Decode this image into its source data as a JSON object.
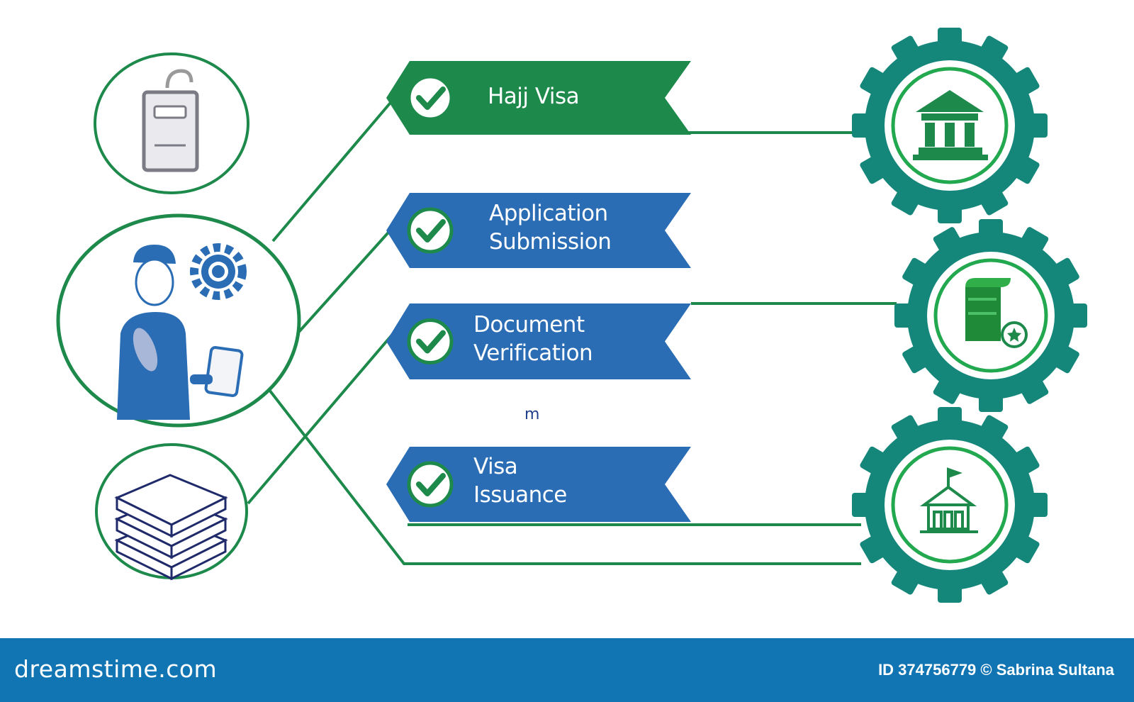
{
  "steps": [
    {
      "label": "Hajj Visa",
      "color": "#1d8a4c"
    },
    {
      "label": "Application\nSubmission",
      "color": "#2a6db4"
    },
    {
      "label": "Document\nVerification",
      "color": "#2a6db4"
    },
    {
      "label": "Visa\nIssuance",
      "color": "#2a6db4"
    }
  ],
  "stray_text": "m",
  "colors": {
    "line_green": "#1d8a4c",
    "gear_teal": "#15877a",
    "gear_ring": "#22a84f",
    "figure_blue": "#2a6db4",
    "footer_blue": "#1275b3"
  },
  "left_icons": [
    "id-badge-icon",
    "person-with-phone-icon",
    "stacked-boxes-icon"
  ],
  "right_icons": [
    "bank-building-icon",
    "document-stamp-icon",
    "school-building-icon"
  ],
  "footer": {
    "brand": "dreamstime.com",
    "credit": "ID 374756779 © Sabrina Sultana"
  }
}
